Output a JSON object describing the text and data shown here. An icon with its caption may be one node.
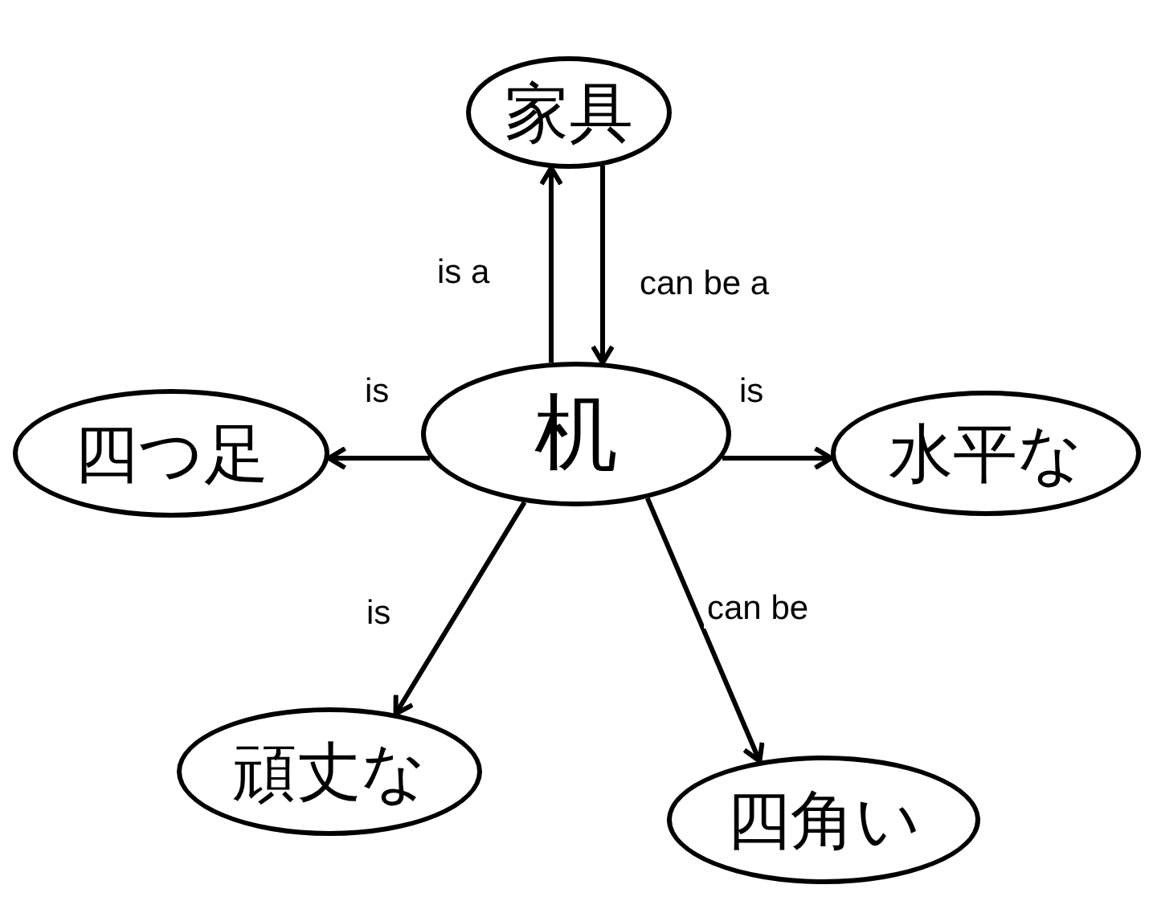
{
  "diagram": {
    "nodes": [
      {
        "text": [
          "家具"
        ]
      },
      {
        "text": [
          "机"
        ]
      },
      {
        "text": [
          "四つ足"
        ]
      },
      {
        "text": [
          "水平な"
        ]
      },
      {
        "text": [
          "頑丈な"
        ]
      },
      {
        "text": [
          "四角い"
        ]
      }
    ],
    "edges": [
      {
        "from": 1,
        "to": 0,
        "arrow": "to",
        "label": "is a"
      },
      {
        "from": 0,
        "to": 1,
        "arrow": "to",
        "label": "can be a"
      },
      {
        "from": 1,
        "to": 2,
        "arrow": "to",
        "label": "is"
      },
      {
        "from": 1,
        "to": 3,
        "arrow": "to",
        "label": "is"
      },
      {
        "from": 1,
        "to": 4,
        "arrow": "to",
        "label": "is"
      },
      {
        "from": 1,
        "to": 5,
        "arrow": "to",
        "label": "can be"
      }
    ]
  }
}
